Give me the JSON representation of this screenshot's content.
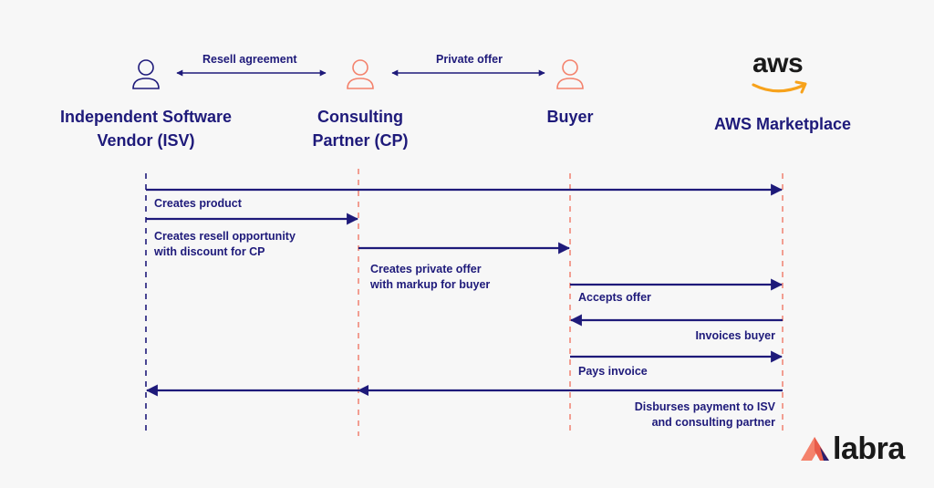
{
  "colors": {
    "navy": "#1e1a7a",
    "coral": "#f08878",
    "isv_icon": "#1e1a7a",
    "cp_icon": "#f4826c",
    "buyer_icon": "#f4826c",
    "aws_smile": "#f7a21b",
    "aws_text": "#1a1a1a",
    "background": "#f7f7f7"
  },
  "actors": {
    "isv": {
      "name": "Independent Software Vendor (ISV)",
      "icon": "person-outline-icon"
    },
    "cp": {
      "name": "Consulting Partner (CP)",
      "icon": "person-outline-icon"
    },
    "buyer": {
      "name": "Buyer",
      "icon": "person-outline-icon"
    },
    "aws": {
      "name": "AWS Marketplace",
      "logo_text": "aws",
      "icon": "aws-smile-logo"
    }
  },
  "relations": {
    "resell_agreement": "Resell agreement",
    "private_offer": "Private offer"
  },
  "messages": {
    "creates_product": "Creates product",
    "creates_resell_1": "Creates resell opportunity",
    "creates_resell_2": "with discount for CP",
    "private_offer_1": "Creates private offer",
    "private_offer_2": "with markup for buyer",
    "accepts_offer": "Accepts offer",
    "invoices_buyer": "Invoices buyer",
    "pays_invoice": "Pays invoice",
    "disburses_1": "Disburses payment to ISV",
    "disburses_2": "and consulting partner"
  },
  "brand": {
    "name": "labra",
    "icon": "labra-logo-mark"
  }
}
